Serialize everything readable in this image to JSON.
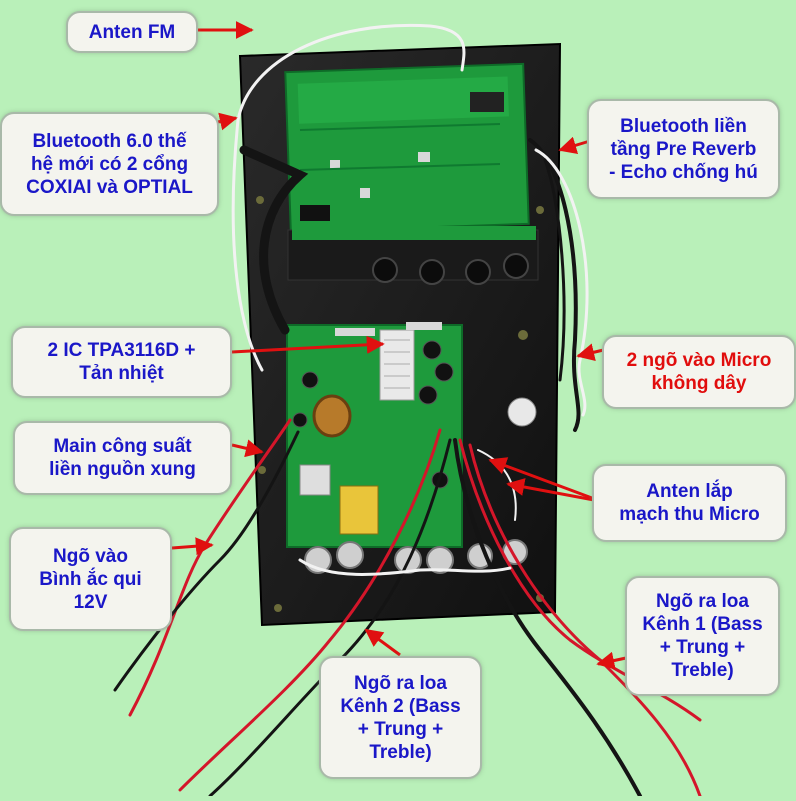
{
  "colors": {
    "background": "#b9f0b9",
    "label_text": "#1a17c8",
    "label_text_alt": "#e10d0d",
    "arrow": "#e01010",
    "board_panel": "#1b1b1b",
    "pcb": "#1e9a3c",
    "wire_red": "#d4162a",
    "wire_black": "#141414",
    "wire_white": "#f2f2f2"
  },
  "labels": {
    "anten_fm": "Anten FM",
    "bluetooth_6": "Bluetooth 6.0 thế\nhệ mới có 2 cổng\nCOXIAI và OPTIAL",
    "bluetooth_pre": "Bluetooth liền\ntầng Pre Reverb\n- Echo chống hú",
    "ic_tpa": "2 IC TPA3116D +\nTản nhiệt",
    "micro_inputs": "2 ngõ vào Micro\nkhông dây",
    "main_power": "Main công suất\nliền nguồn xung",
    "anten_micro": "Anten lắp\nmạch thu Micro",
    "battery_input": "Ngõ vào\nBình ắc qui\n12V",
    "speaker_ch1": "Ngõ ra loa\nKênh 1 (Bass\n+ Trung +\nTreble)",
    "speaker_ch2": "Ngõ ra loa\nKênh 2 (Bass\n+ Trung +\nTreble)"
  },
  "icons": {
    "arrow": "arrow-icon",
    "bluetooth_board": "bluetooth-board-icon",
    "amp_board": "amp-board-icon",
    "heatsink": "heatsink-icon",
    "inductor": "inductor-icon",
    "transformer": "transformer-icon",
    "capacitor": "capacitor-icon",
    "knob": "knob-icon",
    "speaker_terminal": "speaker-terminal-icon"
  }
}
